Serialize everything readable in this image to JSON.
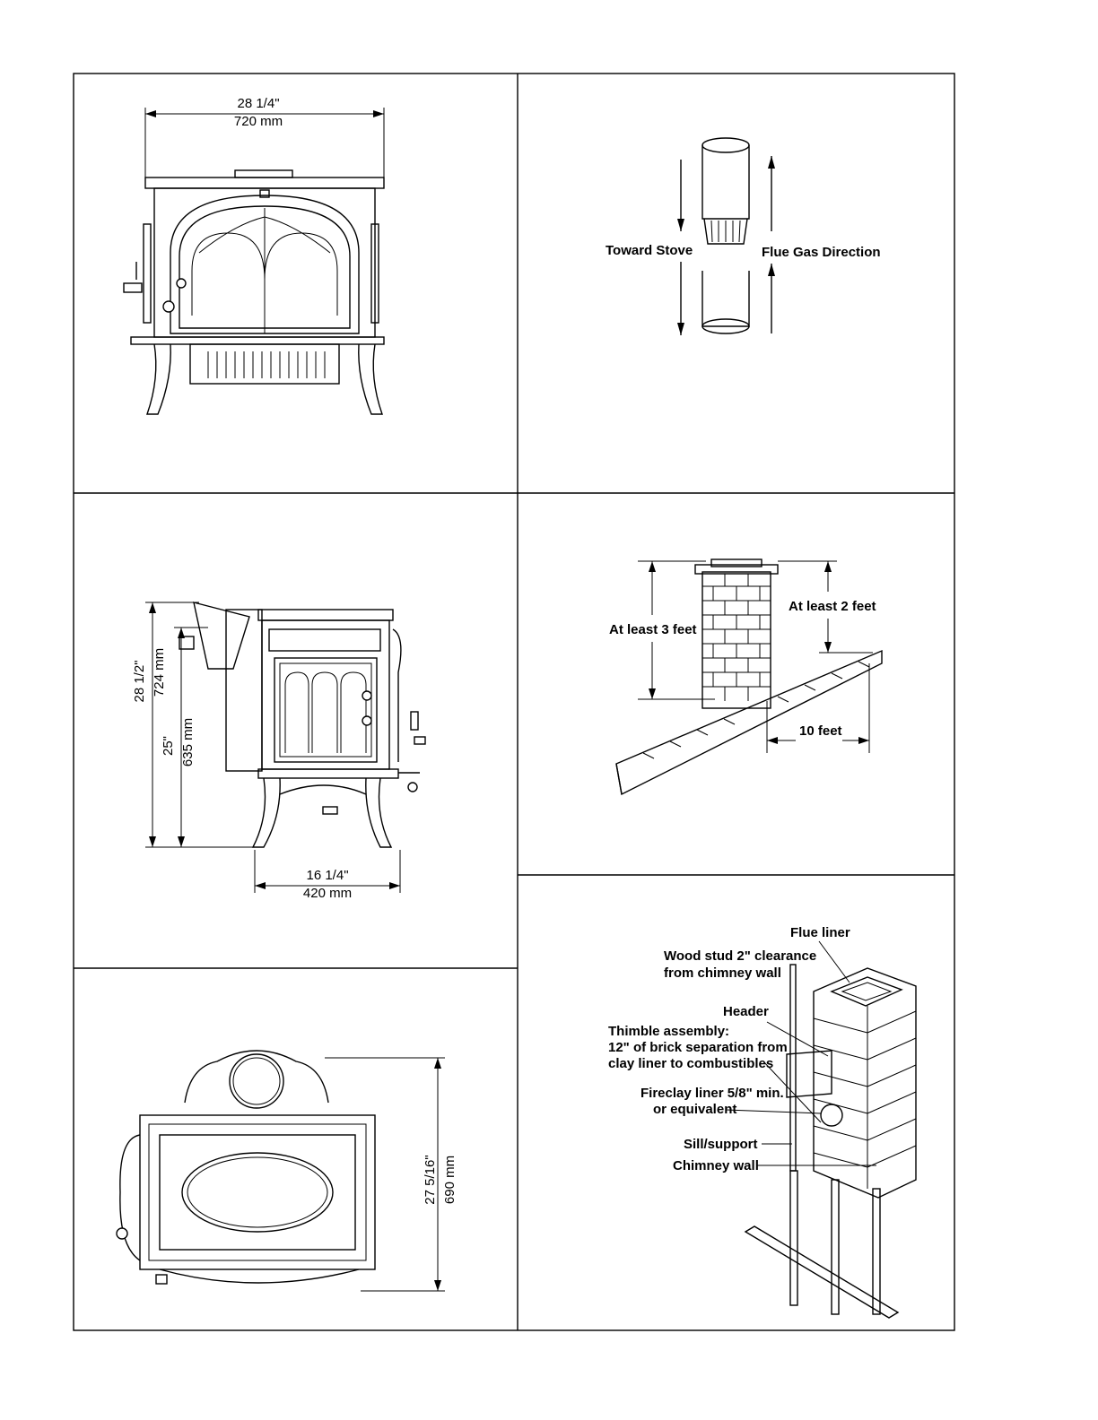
{
  "front_view": {
    "width_in": "28 1/4\"",
    "width_mm": "720 mm"
  },
  "flue_direction": {
    "toward_stove": "Toward Stove",
    "flue_gas": "Flue Gas Direction"
  },
  "side_view": {
    "height_in": "28 1/2\"",
    "height_mm": "724 mm",
    "flue_height_in": "25\"",
    "flue_height_mm": "635 mm",
    "depth_in": "16 1/4\"",
    "depth_mm": "420 mm"
  },
  "chimney_height": {
    "at_least_3": "At least 3 feet",
    "at_least_2": "At least 2 feet",
    "ten_feet": "10 feet"
  },
  "top_view": {
    "depth_in": "27 5/16\"",
    "depth_mm": "690 mm"
  },
  "thimble": {
    "flue_liner": "Flue liner",
    "wood_stud_1": "Wood stud 2\" clearance",
    "wood_stud_2": "from chimney wall",
    "header": "Header",
    "thimble_1": "Thimble assembly:",
    "thimble_2": "12\" of brick separation from",
    "thimble_3": "clay liner to combustibles",
    "fireclay_1": "Fireclay liner 5/8\" min.",
    "fireclay_2": "or equivalent",
    "sill": "Sill/support",
    "chimney_wall": "Chimney wall"
  }
}
